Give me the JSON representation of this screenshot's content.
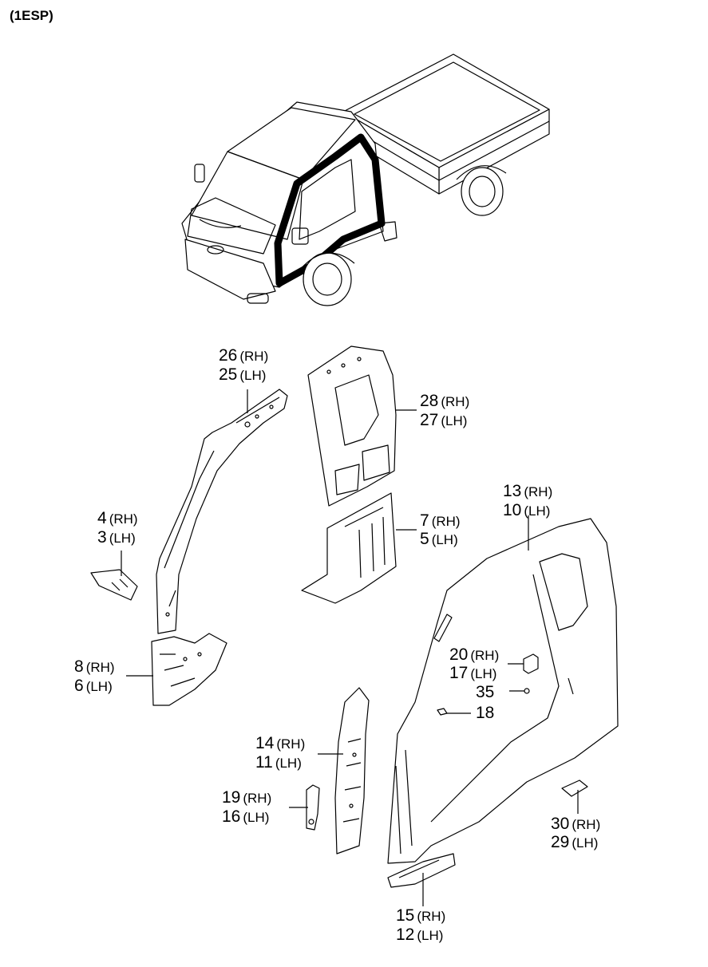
{
  "title": "(1ESP)",
  "colors": {
    "line": "#000000",
    "fill": "#ffffff",
    "highlight": "#000000"
  },
  "callouts": [
    {
      "id": "c26",
      "number": "26",
      "side": "(RH)"
    },
    {
      "id": "c25",
      "number": "25",
      "side": "(LH)"
    },
    {
      "id": "c28",
      "number": "28",
      "side": "(RH)"
    },
    {
      "id": "c27",
      "number": "27",
      "side": "(LH)"
    },
    {
      "id": "c4",
      "number": "4",
      "side": "(RH)"
    },
    {
      "id": "c3",
      "number": "3",
      "side": "(LH)"
    },
    {
      "id": "c7",
      "number": "7",
      "side": "(RH)"
    },
    {
      "id": "c5",
      "number": "5",
      "side": "(LH)"
    },
    {
      "id": "c13",
      "number": "13",
      "side": "(RH)"
    },
    {
      "id": "c10",
      "number": "10",
      "side": "(LH)"
    },
    {
      "id": "c8",
      "number": "8",
      "side": "(RH)"
    },
    {
      "id": "c6",
      "number": "6",
      "side": "(LH)"
    },
    {
      "id": "c20",
      "number": "20",
      "side": "(RH)"
    },
    {
      "id": "c17",
      "number": "17",
      "side": "(LH)"
    },
    {
      "id": "c35",
      "number": "35",
      "side": ""
    },
    {
      "id": "c18",
      "number": "18",
      "side": ""
    },
    {
      "id": "c14",
      "number": "14",
      "side": "(RH)"
    },
    {
      "id": "c11",
      "number": "11",
      "side": "(LH)"
    },
    {
      "id": "c19",
      "number": "19",
      "side": "(RH)"
    },
    {
      "id": "c16",
      "number": "16",
      "side": "(LH)"
    },
    {
      "id": "c30",
      "number": "30",
      "side": "(RH)"
    },
    {
      "id": "c29",
      "number": "29",
      "side": "(LH)"
    },
    {
      "id": "c15",
      "number": "15",
      "side": "(RH)"
    },
    {
      "id": "c12",
      "number": "12",
      "side": "(LH)"
    }
  ]
}
